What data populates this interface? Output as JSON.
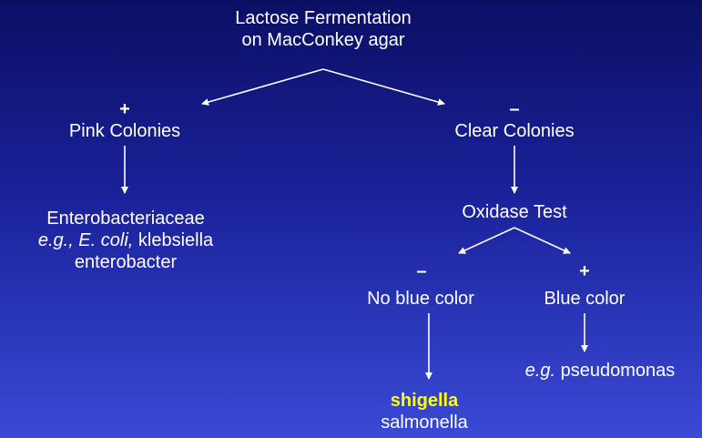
{
  "root": {
    "line1": "Lactose Fermentation",
    "line2": "on MacConkey agar"
  },
  "left_branch": {
    "sign": "+",
    "label": "Pink Colonies",
    "result": {
      "line1": "Enterobacteriaceae",
      "line2_italic": "e.g., E. coli,",
      "line2_rest": " klebsiella",
      "line3": "enterobacter"
    }
  },
  "right_branch": {
    "sign": "–",
    "label": "Clear Colonies",
    "test": "Oxidase Test",
    "negative": {
      "sign": "–",
      "label": "No blue color",
      "result_highlight": "shigella",
      "result_other": "salmonella"
    },
    "positive": {
      "sign": "+",
      "label": "Blue color",
      "result_italic": "e.g.",
      "result_rest": " pseudomonas"
    }
  },
  "colors": {
    "background_top": "#0b0f64",
    "background_bottom": "#3a49d6",
    "text": "#ffffff",
    "highlight": "#ffff00"
  }
}
